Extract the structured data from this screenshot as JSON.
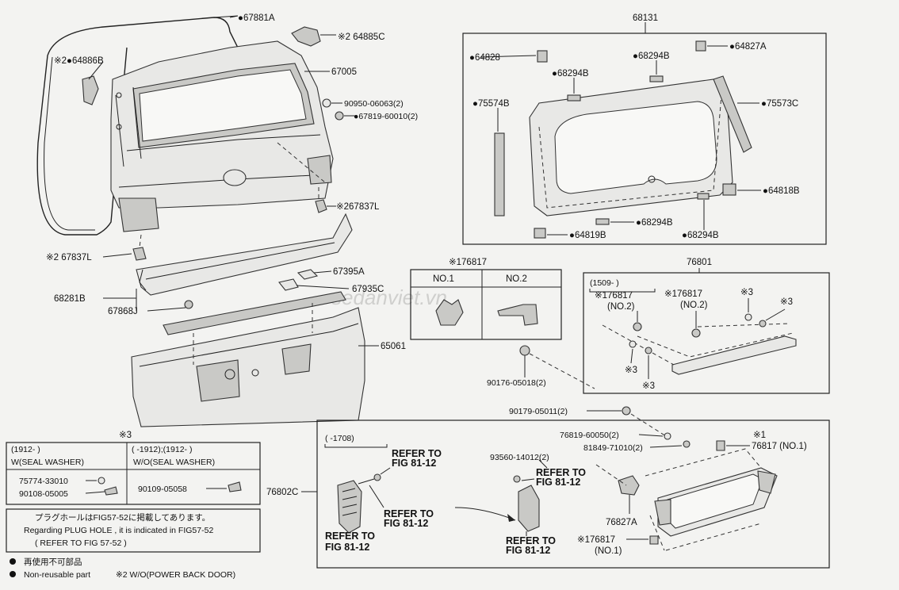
{
  "watermark": "sedanviet.vn",
  "labels": {
    "p67881A": "●67881A",
    "p64885C": "※2 64885C",
    "p64886B": "※2●64886B",
    "p67005": "67005",
    "p90950": "90950-06063(2)",
    "p67819": "●67819-60010(2)",
    "p267837L_right": "※267837L",
    "p67837L_left": "※2 67837L",
    "p68281B": "68281B",
    "p67868J": "67868J",
    "p67395A": "67395A",
    "p67935C": "67935C",
    "p65061": "65061",
    "p68131": "68131",
    "p64828": "●64828",
    "p68294B_top": "●68294B",
    "p64827A": "●64827A",
    "p68294B_left": "●68294B",
    "p75574B": "●75574B",
    "p75573C": "●75573C",
    "p64818B": "●64818B",
    "p68294B_mid": "●68294B",
    "p64819B": "●64819B",
    "p68294B_bot": "●68294B",
    "p176817_head": "※176817",
    "no1": "NO.1",
    "no2": "NO.2",
    "p76801": "76801",
    "range1509": "(1509-     )",
    "p176817_a": "※176817",
    "p176817_a2": "(NO.2)",
    "p176817_b": "※176817",
    "p176817_b2": "(NO.2)",
    "x3_a": "※3",
    "x3_b": "※3",
    "x3_c": "※3",
    "x3_d": "※3",
    "p90176": "90176-05018(2)",
    "p90179": "90179-05011(2)",
    "p76819": "76819-60050(2)",
    "p81849": "81849-71010(2)",
    "x1": "※1",
    "p76817no1": "76817 (NO.1)",
    "p93560": "93560-14012(2)",
    "refer_to": "REFER TO",
    "fig8112": "FIG 81-12",
    "refer_to2": "REFER TO",
    "fig8112b": "FIG 81-12",
    "refer_to3": "REFER TO",
    "fig8112c": "FIG 81-12",
    "refer_to4": "REFER TO",
    "fig8112d": "FIG 81-12",
    "refer_to5": "REFER TO",
    "fig8112e": "FIG 81-12",
    "p76802C": "76802C",
    "range1708": "(      -1708)",
    "p76827A": "76827A",
    "p176817no1_a": "※176817",
    "p176817no1_b": "(NO.1)",
    "x3_table": "※3"
  },
  "seal_table": {
    "col1_range": "(1912-      )",
    "col1_head": "W(SEAL WASHER)",
    "col2_range": "(      -1912);(1912-      )",
    "col2_head": "W/O(SEAL WASHER)",
    "row1_part": "75774-33010",
    "row2_part": "90108-05005",
    "col2_part": "90109-05058"
  },
  "notes": {
    "jp": "プラグホールはFIG57-52に掲載してあります。",
    "en": "Regarding PLUG HOLE , it is indicated in FIG57-52",
    "refer": "(    REFER TO FIG 57-52    )"
  },
  "legend": {
    "reuse_jp": "再使用不可部品",
    "reuse_en": "Non-reusable part",
    "x2": "※2 W/O(POWER BACK DOOR)"
  }
}
